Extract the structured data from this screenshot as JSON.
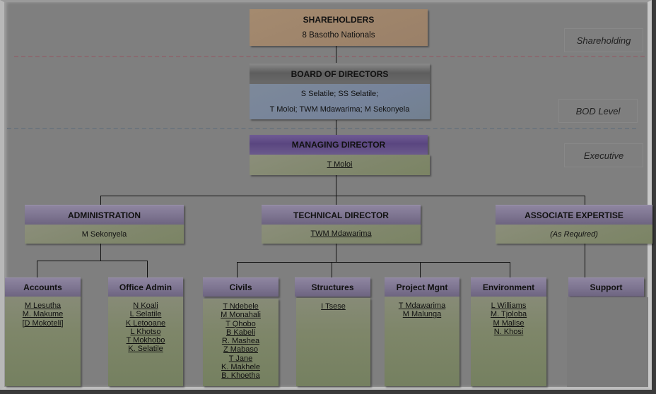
{
  "levels": {
    "shareholding": "Shareholding",
    "bod": "BOD Level",
    "executive": "Executive"
  },
  "shareholders": {
    "title": "SHAREHOLDERS",
    "subtitle": "8 Basotho Nationals"
  },
  "board": {
    "title": "BOARD OF DIRECTORS",
    "line1": "S Selatile; SS Selatile;",
    "line2": "T Moloi; TWM Mdawarima; M Sekonyela"
  },
  "managing_director": {
    "title": "MANAGING DIRECTOR",
    "name": "T Moloi"
  },
  "divisions": [
    {
      "title": "ADMINISTRATION",
      "name": "M Sekonyela"
    },
    {
      "title": "TECHNICAL DIRECTOR",
      "name": "TWM Mdawarima"
    },
    {
      "title": "ASSOCIATE EXPERTISE",
      "name": "(As Required)"
    }
  ],
  "departments": [
    {
      "title": "Accounts",
      "members": [
        "M Lesutha",
        "M. Makume",
        "[D Mokoteli]"
      ]
    },
    {
      "title": "Office Admin",
      "members": [
        "N Koali",
        "L Selatile",
        "K Letooane",
        "L Khotso",
        "T Mokhobo",
        "K. Selatile"
      ]
    },
    {
      "title": "Civils",
      "members": [
        "T Ndebele",
        "M Monahali",
        "T Qhobo",
        "B Kabeli",
        "R. Mashea",
        "Z Mabaso",
        "T Jane",
        "K. Makhele",
        "B. Khoetha"
      ]
    },
    {
      "title": "Structures",
      "members": [
        "I Tsese"
      ]
    },
    {
      "title": "Project Mgnt",
      "members": [
        "T Mdawarima",
        "M Malunga"
      ]
    },
    {
      "title": "Environment",
      "members": [
        "L Williams",
        "M. Tjoloba",
        "M Malise",
        "N. Khosi"
      ]
    },
    {
      "title": "Support",
      "members": []
    }
  ]
}
